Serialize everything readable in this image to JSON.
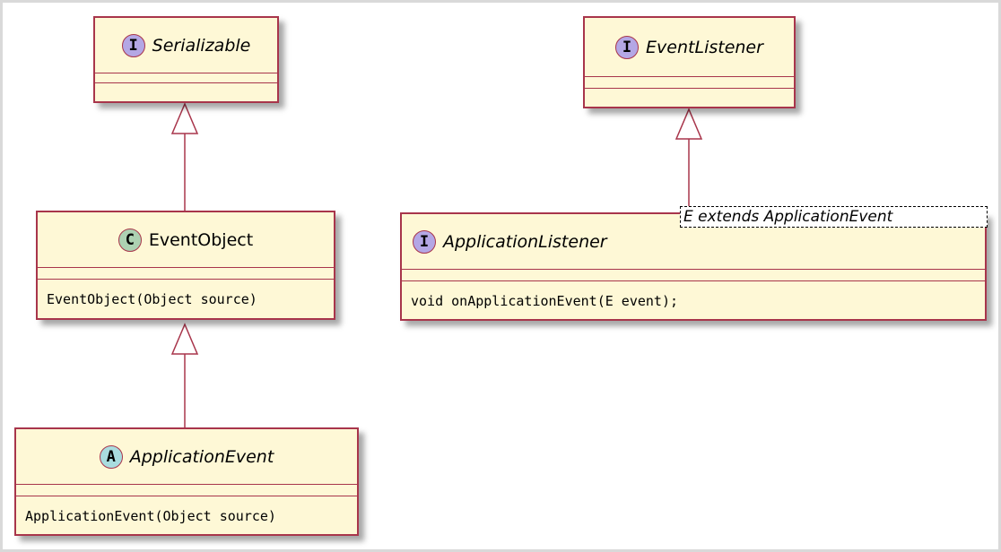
{
  "diagram": {
    "serializable": {
      "badge": "I",
      "name": "Serializable"
    },
    "event_listener": {
      "badge": "I",
      "name": "EventListener"
    },
    "event_object": {
      "badge": "C",
      "name": "EventObject",
      "method": "EventObject(Object source)"
    },
    "application_listener": {
      "badge": "I",
      "name": "ApplicationListener",
      "type_parameter": "E extends ApplicationEvent",
      "method": "void onApplicationEvent(E event);"
    },
    "application_event": {
      "badge": "A",
      "name": "ApplicationEvent",
      "method": "ApplicationEvent(Object source)"
    }
  },
  "colors": {
    "border": "#a8354b",
    "fill": "#fef8d6",
    "interface_badge": "#b4a7e5",
    "class_badge": "#add1b2",
    "abstract_badge": "#a9dcdf"
  }
}
